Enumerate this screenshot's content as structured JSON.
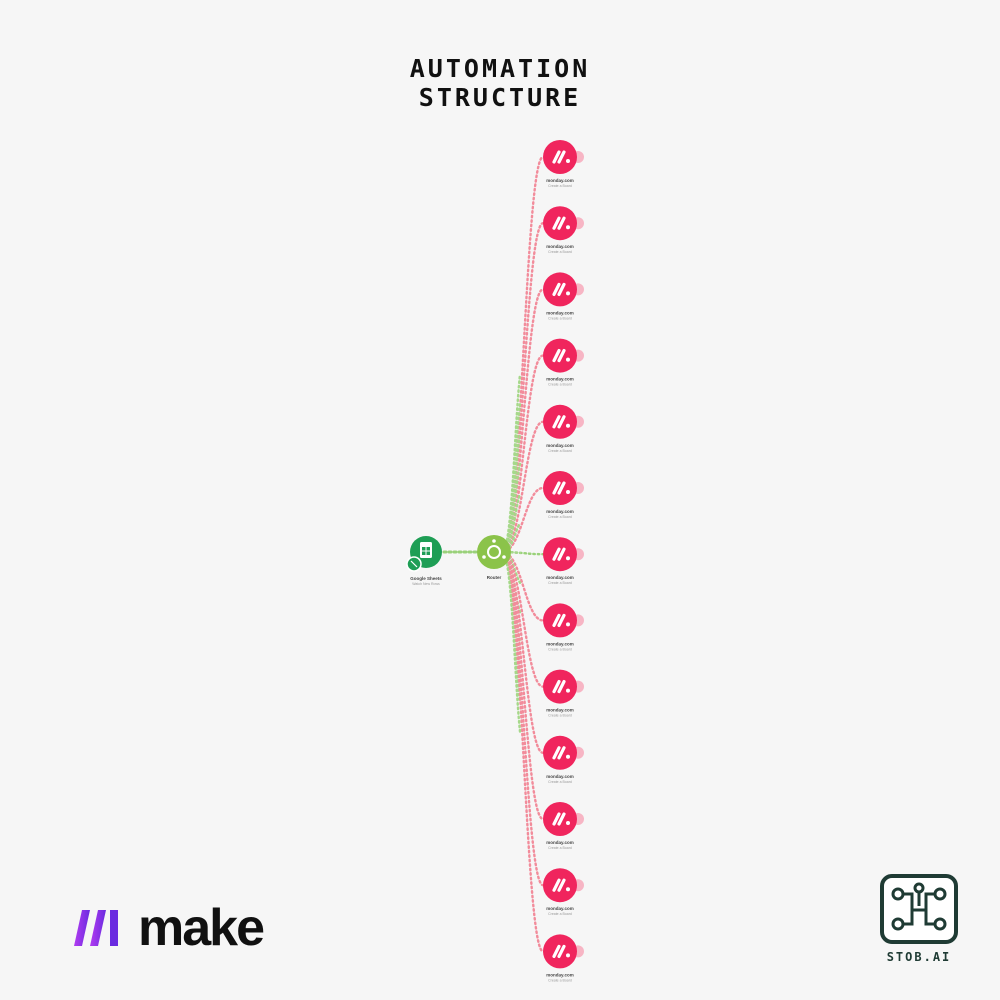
{
  "title": {
    "line1": "AUTOMATION",
    "line2": "STRUCTURE"
  },
  "trigger": {
    "label": "Google Sheets",
    "sub": "Watch New Rows",
    "icon": "google-sheets-icon",
    "color": "#1e9e55"
  },
  "router": {
    "label": "Router",
    "icon": "router-icon",
    "color": "#8bc34a"
  },
  "modules": [
    {
      "label": "monday.com",
      "sub": "Create a Board"
    },
    {
      "label": "monday.com",
      "sub": "Create a Board"
    },
    {
      "label": "monday.com",
      "sub": "Create a Board"
    },
    {
      "label": "monday.com",
      "sub": "Create a Board"
    },
    {
      "label": "monday.com",
      "sub": "Create a Board"
    },
    {
      "label": "monday.com",
      "sub": "Create a Board"
    },
    {
      "label": "monday.com",
      "sub": "Create a Board"
    },
    {
      "label": "monday.com",
      "sub": "Create a Board"
    },
    {
      "label": "monday.com",
      "sub": "Create a Board"
    },
    {
      "label": "monday.com",
      "sub": "Create a Board"
    },
    {
      "label": "monday.com",
      "sub": "Create a Board"
    },
    {
      "label": "monday.com",
      "sub": "Create a Board"
    },
    {
      "label": "monday.com",
      "sub": "Create a Board"
    }
  ],
  "module_color": "#f0255d",
  "brand": {
    "make_word": "make",
    "make_icon": "make-logo-icon",
    "stob_text": "STOB.AI",
    "stob_icon": "stob-circuit-icon"
  }
}
